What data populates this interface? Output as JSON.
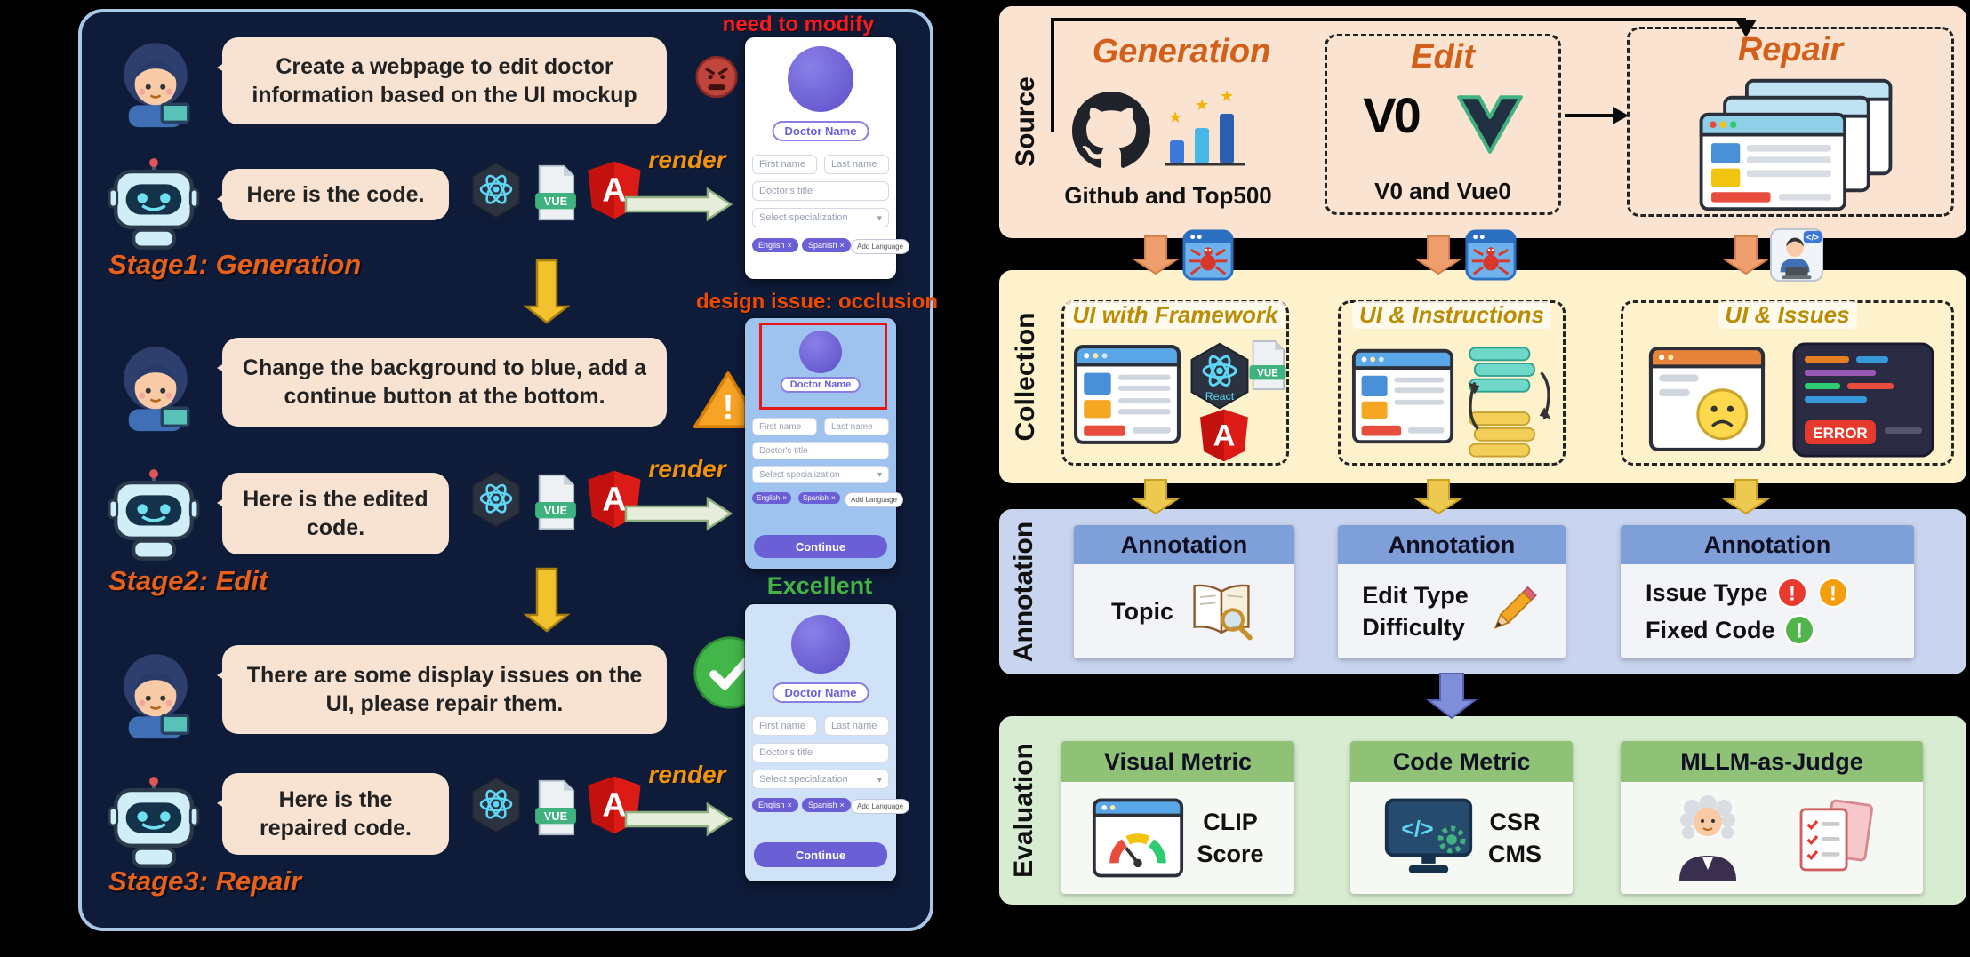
{
  "palette": {
    "canvas_bg": "#000000",
    "left_panel_bg": "#0e1c3a",
    "left_panel_border": "#a9c7e6",
    "bubble_bg": "#f8e3d2",
    "stage_label_orange": "#e8611a",
    "render_orange": "#f2930d",
    "source_band": "#fae3d0",
    "collection_band": "#fdf2cb",
    "annotation_band": "#c9d4ef",
    "evaluation_band": "#d7ecd0",
    "title_orange": "#d2601a",
    "title_gold": "#bb8d06",
    "annotation_header_blue": "#7f9fd8",
    "evaluation_header_green": "#8fc177",
    "mock_accent_purple": "#6b5fd6",
    "caption_red": "#ff1a1a",
    "caption_issue_orange": "#f04a00",
    "caption_green": "#44b244"
  },
  "left": {
    "stage1": {
      "user_bubble": "Create a webpage to edit doctor information based on the UI mockup",
      "bot_bubble": "Here is the code.",
      "render_label": "render",
      "caption": "need to modify",
      "label": "Stage1: Generation"
    },
    "stage2": {
      "user_bubble": "Change the background to blue, add a continue button at the bottom.",
      "bot_bubble": "Here is the edited code.",
      "render_label": "render",
      "caption": "design issue: occlusion",
      "label": "Stage2: Edit"
    },
    "stage3": {
      "user_bubble": "There are some display issues on the UI, please repair them.",
      "bot_bubble": "Here is the repaired code.",
      "render_label": "render",
      "caption": "Excellent",
      "label": "Stage3: Repair"
    },
    "mock_ui": {
      "doctor_name": "Doctor Name",
      "first_name": "First name",
      "last_name": "Last name",
      "doctor_title": "Doctor's title",
      "specialization": "Select specialization",
      "chip_english": "English",
      "chip_spanish": "Spanish",
      "add_language": "Add Language",
      "continue_label": "Continue"
    }
  },
  "right": {
    "source": {
      "side_label": "Source",
      "generation_title": "Generation",
      "generation_subtitle": "Github and Top500",
      "edit_title": "Edit",
      "edit_subtitle": "V0 and Vue0",
      "repair_title": "Repair"
    },
    "collection": {
      "side_label": "Collection",
      "box1_title": "UI with Framework",
      "box2_title": "UI & Instructions",
      "box3_title": "UI & Issues"
    },
    "annotation": {
      "side_label": "Annotation",
      "header": "Annotation",
      "topic": "Topic",
      "edit_type": "Edit Type",
      "difficulty": "Difficulty",
      "issue_type": "Issue Type",
      "fixed_code": "Fixed Code"
    },
    "evaluation": {
      "side_label": "Evaluation",
      "visual_header": "Visual Metric",
      "visual_line1": "CLIP",
      "visual_line2": "Score",
      "code_header": "Code Metric",
      "code_line1": "CSR",
      "code_line2": "CMS",
      "judge_header": "MLLM-as-Judge"
    }
  },
  "icons": {
    "v0_logo": "V0",
    "vue_badge": "VUE",
    "angular_letter": "A",
    "react_label": "React",
    "error_label": "ERROR",
    "code_symbol": "</>",
    "close_glyph": "×",
    "caret_glyph": "▾",
    "bang_glyph": "!",
    "star_glyph": "★"
  }
}
